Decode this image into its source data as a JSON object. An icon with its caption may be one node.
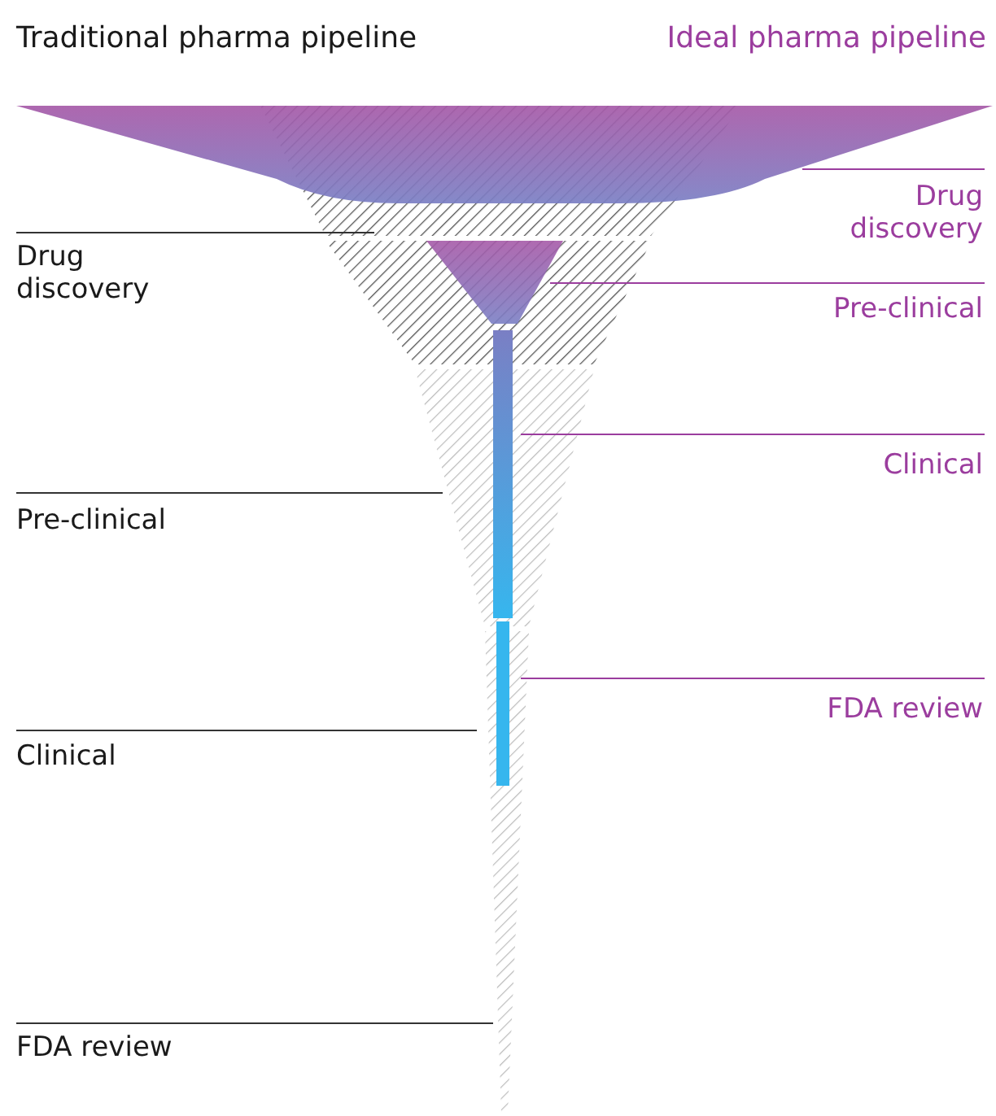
{
  "diagram": {
    "nodes": [
      {
        "text": [
          "Drug discovery"
        ]
      },
      {
        "text": [
          "Pre-clinical"
        ]
      },
      {
        "text": [
          "Clinical"
        ]
      },
      {
        "text": [
          "FDA review"
        ]
      },
      {
        "text": [
          "Drug discovery"
        ]
      },
      {
        "text": [
          "Pre-clinical"
        ]
      },
      {
        "text": [
          "Clinical"
        ]
      },
      {
        "text": [
          "FDA review"
        ]
      }
    ],
    "edges": [
      {
        "from": 0,
        "to": null,
        "arrow": "none"
      },
      {
        "from": 1,
        "to": null,
        "arrow": "none"
      },
      {
        "from": 2,
        "to": null,
        "arrow": "none"
      },
      {
        "from": 3,
        "to": null,
        "arrow": "none"
      },
      {
        "from": 4,
        "to": null,
        "arrow": "none",
        "color": "#9b3d9e"
      },
      {
        "from": 5,
        "to": null,
        "arrow": "none",
        "color": "#9b3d9e"
      },
      {
        "from": 6,
        "to": null,
        "arrow": "none",
        "color": "#9b3d9e"
      },
      {
        "from": 7,
        "to": null,
        "arrow": "none",
        "color": "#9b3d9e"
      }
    ],
    "labels": [
      "Traditional pharma pipeline",
      "Ideal pharma pipeline"
    ]
  }
}
